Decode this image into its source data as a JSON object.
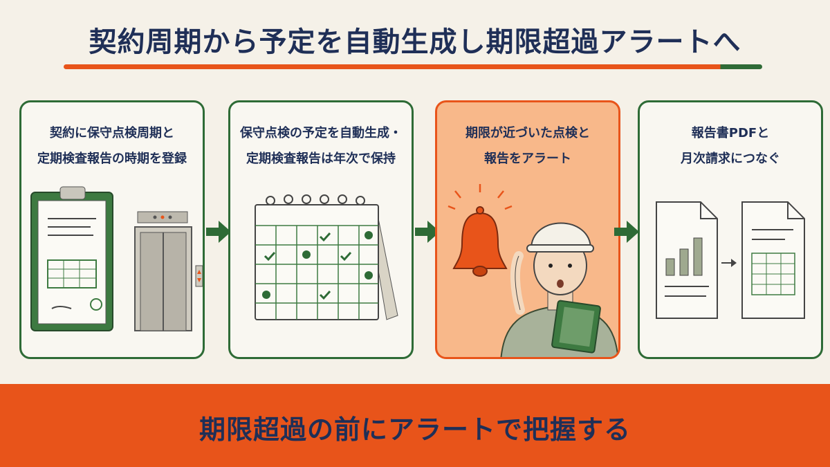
{
  "title": "契約周期から予定を自動生成し期限超過アラートへ",
  "colors": {
    "accent": "#e8541a",
    "green": "#2e6b36",
    "navy": "#1f2f57",
    "highlight": "#f8b88a",
    "background": "#f5f1e8"
  },
  "panels": [
    {
      "text": "契約に保守点検周期と\n定期検査報告の時期を登録",
      "icon": "clipboard-and-elevator"
    },
    {
      "text": "保守点検の予定を自動生成・\n定期検査報告は年次で保持",
      "icon": "calendar-with-checkmarks"
    },
    {
      "text": "期限が近づいた点検と\n報告をアラート",
      "icon": "bell-and-worker"
    },
    {
      "text": "報告書PDFと\n月次請求につなぐ",
      "icon": "report-to-invoice-documents"
    }
  ],
  "banner": "期限超過の前にアラートで把握する"
}
